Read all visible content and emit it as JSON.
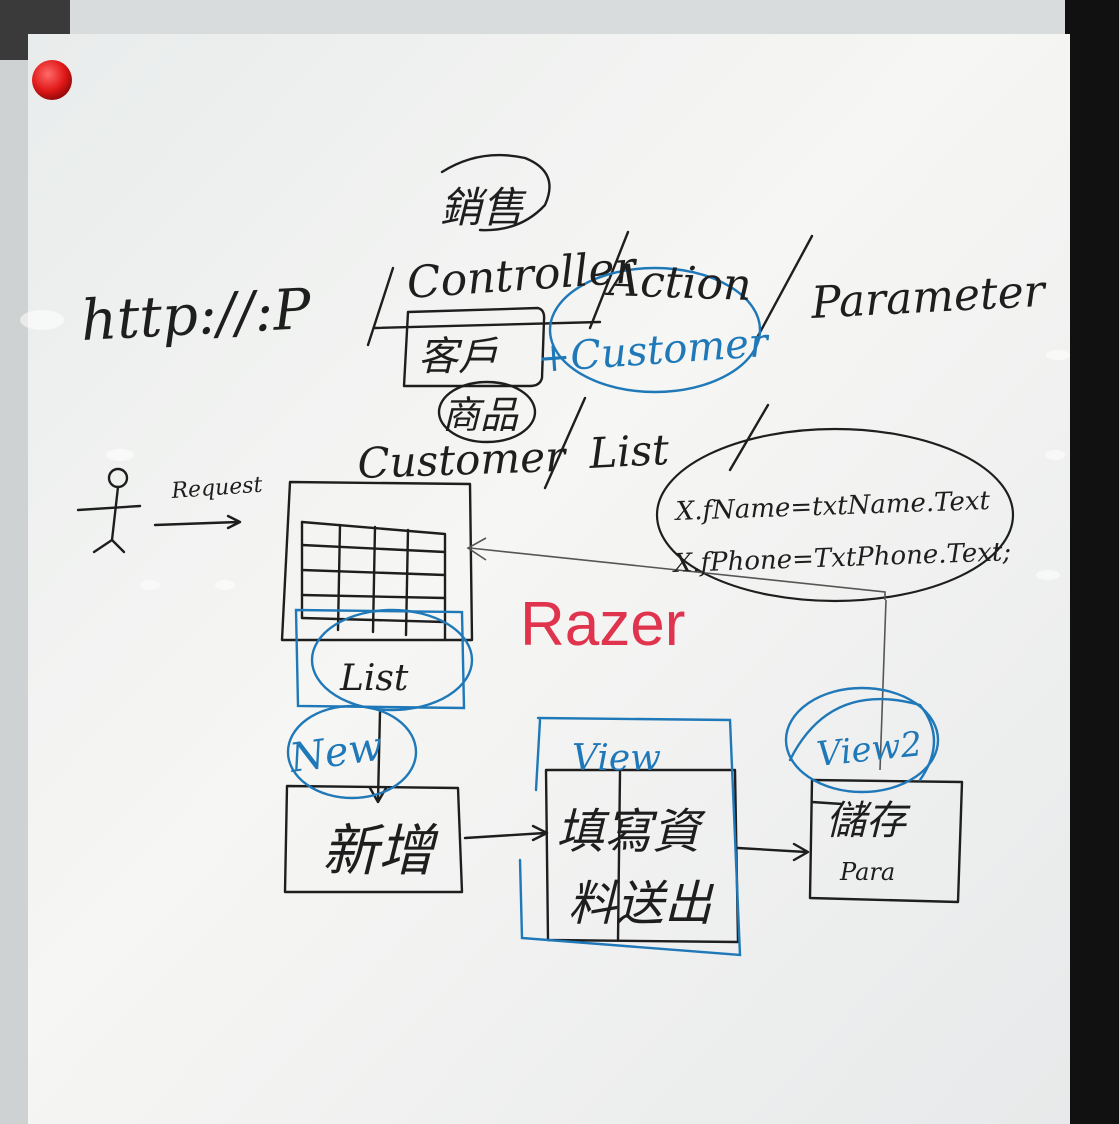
{
  "board": {
    "url_parts": {
      "protocol": "http://:P",
      "controller": "Controller",
      "action": "Action",
      "parameter": "Parameter"
    },
    "controller_words": {
      "top": "銷售",
      "customer_cn": "客戶",
      "product_cn": "商品",
      "customer_en": "+Customer"
    },
    "example_route": {
      "controller": "Customer",
      "action": "List"
    },
    "actor_label": "Request",
    "list_label": "List",
    "razer_label": "Razer",
    "code_lines": [
      "X.fName=txtName.Text",
      "X.fPhone=TxtPhone.Text;"
    ],
    "view_labels": {
      "new": "New",
      "view": "View",
      "view2": "View2"
    },
    "boxes": {
      "add": "新增",
      "fill_line1": "填寫資",
      "fill_line2": "料送出",
      "save": "儲存",
      "save_sub": "Para"
    },
    "colors": {
      "black_marker": "#1e1e1e",
      "blue_marker": "#1f78b8",
      "red_marker": "#e0344e",
      "board": "#f4f4f2",
      "magnet": "#e01818"
    }
  }
}
